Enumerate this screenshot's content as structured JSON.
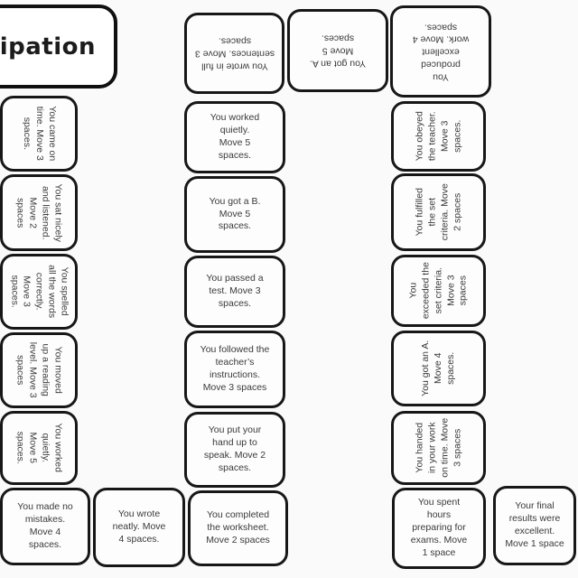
{
  "title": "Participation",
  "board": {
    "cards": [
      {
        "text": "You wrote in full sentences. Move 3 spaces."
      },
      {
        "text": "You got an A. Move 5 spaces."
      },
      {
        "text": "You produced excellent work. Move 4 spaces."
      },
      {
        "text": "You came on time. Move 3 spaces."
      },
      {
        "text": "You sat nicely and listened. Move 2 spaces"
      },
      {
        "text": "You spelled all the words correctly. Move 3 spaces."
      },
      {
        "text": "You moved up a reading level. Move 3 spaces"
      },
      {
        "text": "You worked quietly. Move 5 spaces."
      },
      {
        "text": "You worked quietly. Move 5 spaces."
      },
      {
        "text": "You got a B. Move 5 spaces."
      },
      {
        "text": "You passed a test. Move 3 spaces."
      },
      {
        "text": "You followed the teacher’s instructions. Move 3 spaces"
      },
      {
        "text": "You put your hand up to speak. Move 2 spaces."
      },
      {
        "text": "You obeyed the teacher. Move 3 spaces."
      },
      {
        "text": "You fulfilled the set criteria. Move 2 spaces"
      },
      {
        "text": "You exceeded the set criteria. Move 3 spaces"
      },
      {
        "text": "You got an A. Move 4 spaces."
      },
      {
        "text": "You handed in your work on time. Move 3 spaces"
      },
      {
        "text": "You made no mistakes. Move 4 spaces."
      },
      {
        "text": "You wrote neatly. Move 4 spaces."
      },
      {
        "text": "You completed the worksheet. Move 2 spaces"
      },
      {
        "text": "You spent hours preparing for exams. Move 1 space"
      },
      {
        "text": "Your final results were excellent. Move 1 space"
      }
    ]
  }
}
